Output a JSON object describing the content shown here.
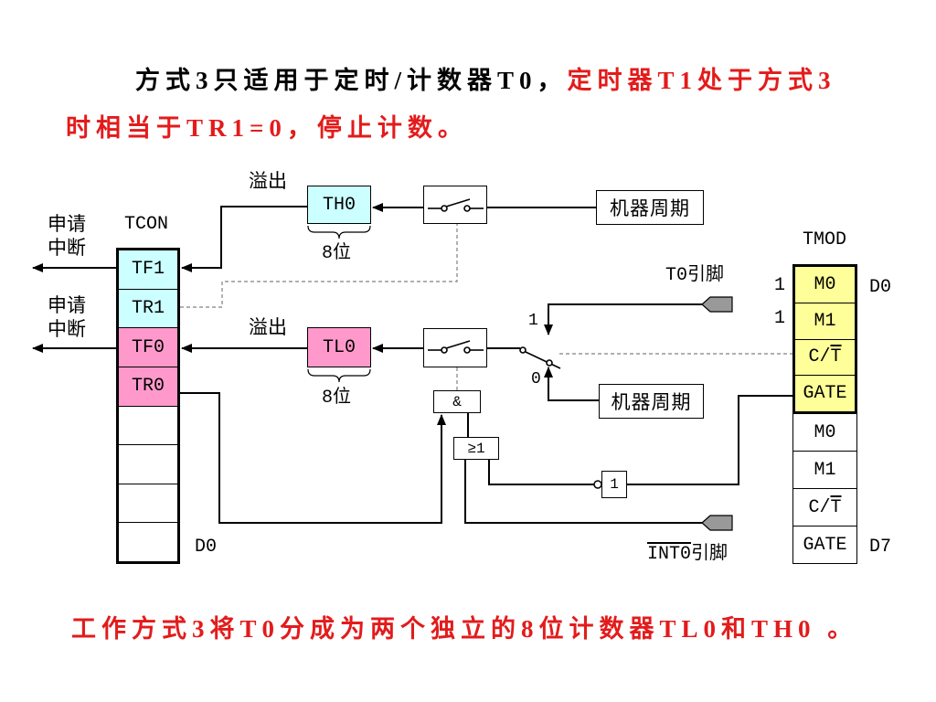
{
  "slide": {
    "title_line1_black": "方式3只适用于定时/计数器T0，",
    "title_line1_red": "定时器T1处于方式3",
    "title_line2_red": "时相当于TR1=0，停止计数。",
    "footer": "工作方式3将T0分成为两个独立的8位计数器TL0和TH0 。"
  },
  "diagram": {
    "interrupt_request_tf1": [
      "申请",
      "中断"
    ],
    "interrupt_request_tf0": [
      "申请",
      "中断"
    ],
    "tcon": {
      "label": "TCON",
      "bits": [
        "TF1",
        "TR1",
        "TF0",
        "TR0"
      ],
      "bit_label": "D0"
    },
    "th0": {
      "overflow": "溢出",
      "label": "TH0",
      "width": "8位"
    },
    "tl0": {
      "overflow": "溢出",
      "label": "TL0",
      "width": "8位"
    },
    "machine_cycle_th0": "机器周期",
    "machine_cycle_tl0": "机器周期",
    "t0_pin": "T0引脚",
    "int0_pin": {
      "overline": "INT0",
      "suffix": "引脚"
    },
    "source_select": {
      "upper": "1",
      "lower": "0"
    },
    "and_gate": "&",
    "or_gate": "≥1",
    "not_gate": "1",
    "tmod": {
      "label": "TMOD",
      "bits": [
        {
          "label": "M0"
        },
        {
          "label": "M1"
        },
        {
          "label": "C/",
          "overline": "T"
        },
        {
          "label": "GATE"
        },
        {
          "label": "M0"
        },
        {
          "label": "M1"
        },
        {
          "label": "C/",
          "overline": "T"
        },
        {
          "label": "GATE"
        }
      ],
      "m0_value": "1",
      "m1_value": "1",
      "low_bit_label": "D0",
      "high_bit_label": "D7"
    }
  },
  "colors": {
    "text_black": "#000000",
    "accent_red": "#e31b1b",
    "cyan_fill": "#ccffff",
    "pink_fill": "#ff99cc",
    "yellow_fill": "#ffff99",
    "pin_fill": "#999999",
    "dashed_line": "#808080"
  }
}
